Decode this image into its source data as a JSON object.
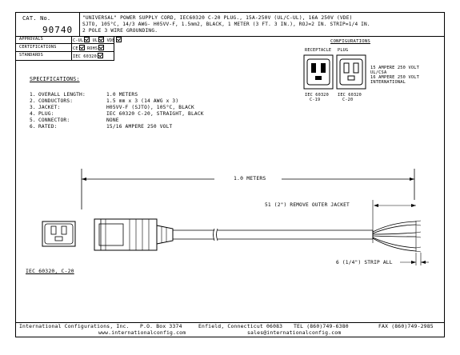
{
  "title_block": {
    "cat_label": "CAT. No.",
    "cat_number": "90740",
    "description_lines": [
      "\"UNIVERSAL\" POWER SUPPLY CORD, IEC60320 C-20 PLUG., 15A-250V (UL/C-UL), 16A 250V (VDE)",
      "SJTO, 105°C, 14/3 AWG- H05VV-F, 1.5mm2, BLACK, 1 METER (3 FT. 3 IN.), ROJ=2 IN. STRIP=1/4 IN.",
      "2 POLE 3 WIRE GROUNDING."
    ]
  },
  "approvals": [
    {
      "label": "APPROVALS",
      "values": [
        "C-UL",
        "UL",
        "VDE"
      ]
    },
    {
      "label": "CERTIFICATIONS",
      "values": [
        "CE",
        "ROHS"
      ]
    },
    {
      "label": "STANDARDS",
      "values": [
        "IEC 60320"
      ]
    }
  ],
  "configurations": {
    "title": "CONFIGURATIONS",
    "receptacle_label": "RECEPTACLE",
    "plug_label": "PLUG",
    "ratings": [
      "15 AMPERE 250 VOLT",
      "UL/CSA",
      "16 AMPERE 250 VOLT",
      "INTERNATIONAL"
    ],
    "receptacle_caption": [
      "IEC 60320",
      "C-19"
    ],
    "plug_caption": [
      "IEC 60320",
      "C-20"
    ]
  },
  "specifications": {
    "heading": "SPECIFICATIONS:",
    "items": [
      {
        "num": "1.",
        "label": "OVERALL LENGTH:",
        "value": "1.0 METERS"
      },
      {
        "num": "2.",
        "label": "CONDUCTORS:",
        "value": "1.5 mm x 3 (14 AWG x 3)"
      },
      {
        "num": "3.",
        "label": "JACKET:",
        "value": "H05VV-F (SJTO), 105°C, BLACK"
      },
      {
        "num": "4.",
        "label": "PLUG:",
        "value": "IEC 60320 C-20, STRAIGHT, BLACK"
      },
      {
        "num": "5.",
        "label": "CONNECTOR:",
        "value": "NONE"
      },
      {
        "num": "6.",
        "label": "RATED:",
        "value": "15/16 AMPERE 250 VOLT"
      }
    ]
  },
  "drawing": {
    "length_label": "1.0 METERS",
    "jacket_label": "51 (2\") REMOVE OUTER JACKET",
    "strip_label": "6 (1/4\") STRIP ALL",
    "plug_caption": "IEC 60320, C-20"
  },
  "footer": {
    "line1": [
      "International Configurations, Inc.",
      "P.O. Box 3374",
      "Enfield, Connecticut 06083",
      "TEL (860)749-6380",
      "FAX (860)749-2985"
    ],
    "line2": [
      "www.internationalconfig.com",
      "sales@internationalconfig.com"
    ]
  }
}
